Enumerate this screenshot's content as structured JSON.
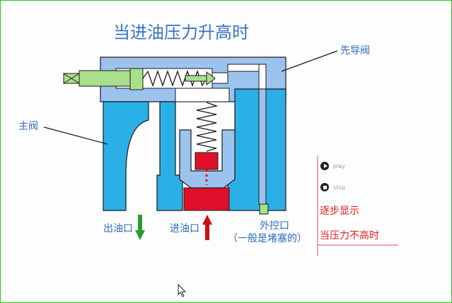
{
  "title": "当进油压力升高时",
  "labels": {
    "pilot_valve": "先导阀",
    "main_valve": "主阀",
    "outlet": "出油口",
    "inlet": "进油口",
    "external_control": "外控口",
    "external_control_note": "（一般是堵塞的）"
  },
  "controls": {
    "play": "play",
    "stop": "stop"
  },
  "side_panel": {
    "step_display": "逐步显示",
    "case_low": "当压力不高时"
  },
  "colors": {
    "title": "#3a72c4",
    "body_blue": "#2ab0e6",
    "pilot_blue": "#9cc3ee",
    "oil_red": "#e0102c",
    "poppet_green": "#a9e08a",
    "arrow_red": "#cc1111",
    "arrow_green": "#2e9a2e"
  }
}
